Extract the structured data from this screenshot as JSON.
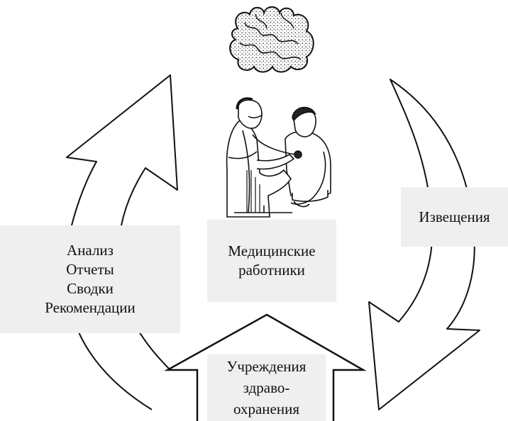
{
  "diagram": {
    "nodes": {
      "analysis": {
        "lines": [
          "Анализ",
          "Отчеты",
          "Сводки",
          "Рекомендации"
        ]
      },
      "staff": {
        "lines": [
          "Медицинские",
          "работники"
        ]
      },
      "notification": {
        "lines": [
          "Извещения"
        ]
      },
      "facility": {
        "lines": [
          "Учреждения",
          "здраво-",
          "охранения"
        ]
      }
    },
    "illustrations": [
      "population-icon",
      "doctor-patient-illustration"
    ],
    "arrows": [
      "left-up-arrow",
      "right-down-arrow",
      "house-arrow"
    ]
  }
}
